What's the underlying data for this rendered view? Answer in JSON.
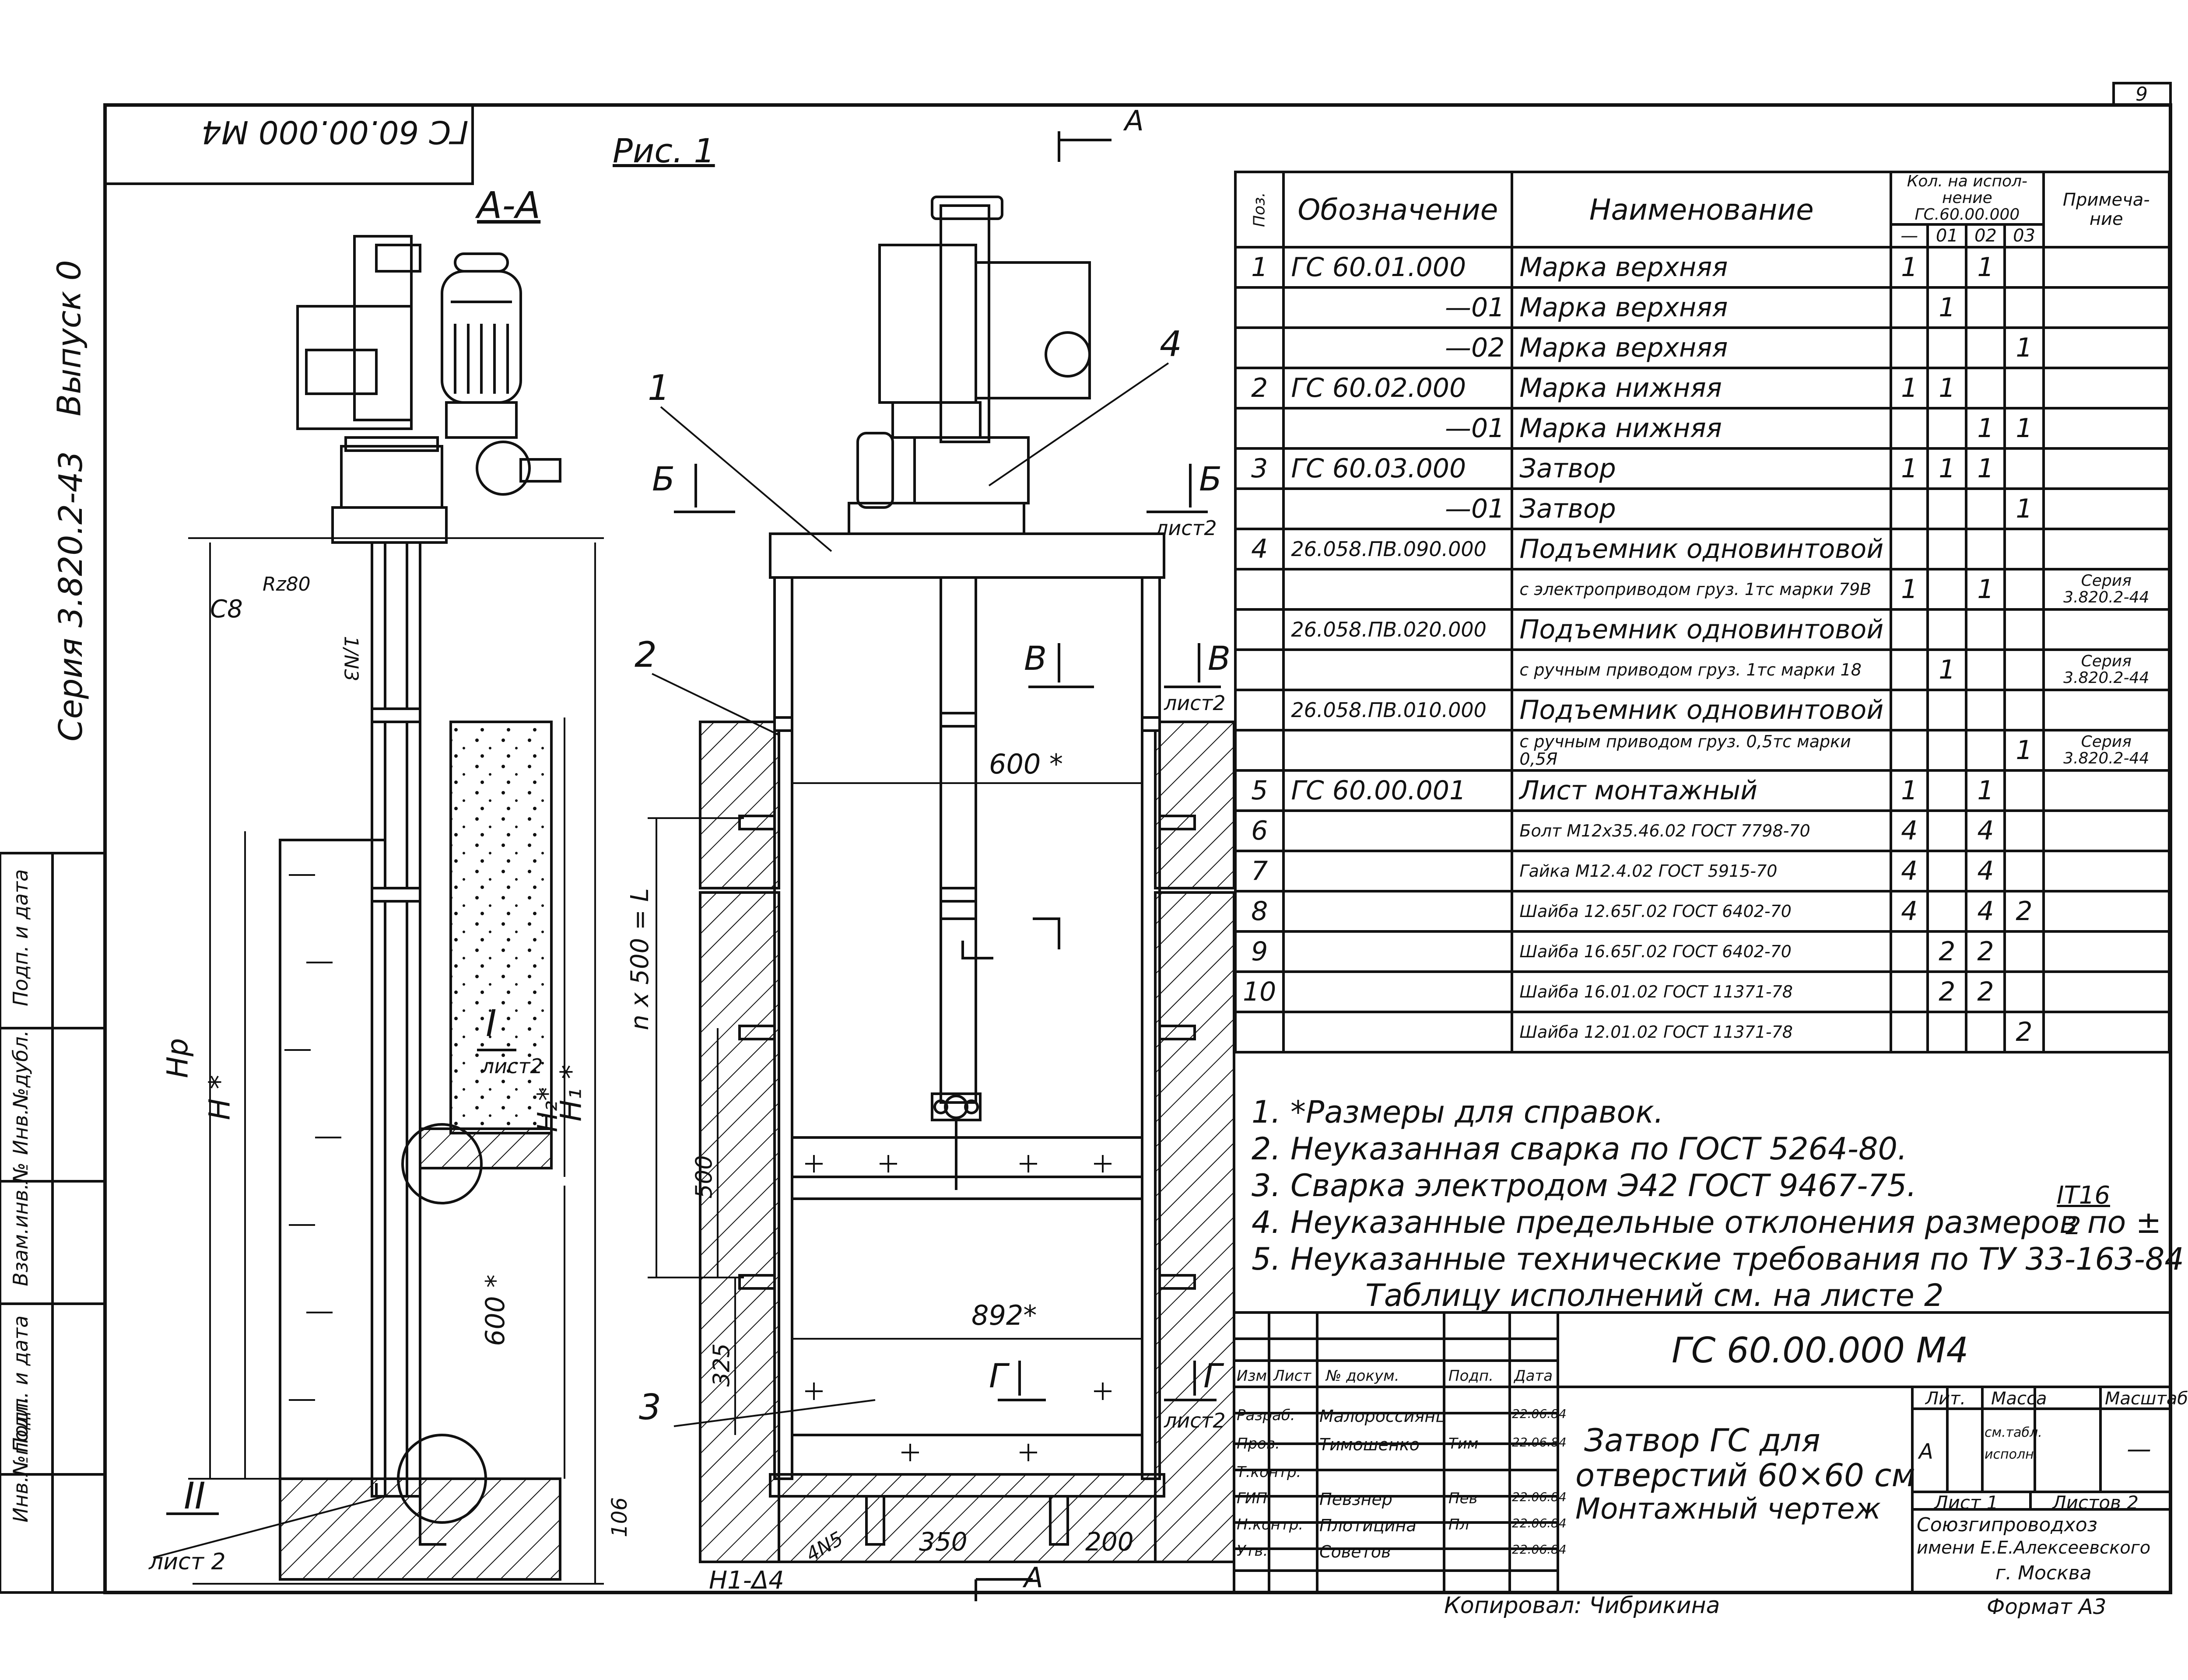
{
  "sheet": {
    "page_number": "9",
    "side_code": "ГС 60.00.000 М4",
    "series": "Серия 3.820.2-43",
    "issue": "Выпуск 0",
    "figure": "Рис. 1",
    "side_stamp": [
      "Инв.№подл.",
      "Подп. и дата",
      "Взам.инв.№",
      "Инв.№дубл.",
      "Подп. и дата"
    ]
  },
  "views": {
    "section_aa": "А-А",
    "section_marker": "А",
    "cut_b": "Б",
    "cut_v": "В",
    "cut_g": "Г",
    "list2": "лист2",
    "list2_spaced": "лист 2",
    "roman_1": "I",
    "roman_2": "II",
    "roughness": "Rz80",
    "c8": "С8",
    "weld_note": "1/N3"
  },
  "dimensions": {
    "d600": "600 *",
    "d892": "892*",
    "d500": "500",
    "d325": "325",
    "d350": "350",
    "d200": "200",
    "d106": "106",
    "d600_left": "600 *",
    "nx500": "n x 500 = L",
    "Hp": "Hp",
    "Hstar": "H *",
    "H1": "H₁ *",
    "H2": "H₂*",
    "h1_d4": "H1-Δ4",
    "weld_4n5": "4N5"
  },
  "callouts": [
    "1",
    "2",
    "3",
    "4"
  ],
  "spec_table": {
    "headers": {
      "pos": "Поз.",
      "designation": "Обозначение",
      "name": "Наименование",
      "qty": "Кол. на испол-нение ГС.60.00.000",
      "note": "Примеча-ние",
      "variants": [
        "—",
        "01",
        "02",
        "03"
      ]
    },
    "rows": [
      {
        "pos": "1",
        "des": "ГС 60.01.000",
        "name": "Марка верхняя",
        "q": [
          "1",
          "",
          "1",
          ""
        ],
        "note": ""
      },
      {
        "pos": "",
        "des": "—01",
        "name": "Марка верхняя",
        "q": [
          "",
          "1",
          "",
          ""
        ],
        "note": ""
      },
      {
        "pos": "",
        "des": "—02",
        "name": "Марка верхняя",
        "q": [
          "",
          "",
          "",
          "1"
        ],
        "note": ""
      },
      {
        "pos": "2",
        "des": "ГС 60.02.000",
        "name": "Марка нижняя",
        "q": [
          "1",
          "1",
          "",
          ""
        ],
        "note": ""
      },
      {
        "pos": "",
        "des": "—01",
        "name": "Марка нижняя",
        "q": [
          "",
          "",
          "1",
          "1"
        ],
        "note": ""
      },
      {
        "pos": "3",
        "des": "ГС 60.03.000",
        "name": "Затвор",
        "q": [
          "1",
          "1",
          "1",
          ""
        ],
        "note": ""
      },
      {
        "pos": "",
        "des": "—01",
        "name": "Затвор",
        "q": [
          "",
          "",
          "",
          "1"
        ],
        "note": ""
      },
      {
        "pos": "4",
        "des": "26.058.ПВ.090.000",
        "name": "Подъемник одновинтовой",
        "q": [
          "",
          "",
          "",
          ""
        ],
        "note": ""
      },
      {
        "pos": "",
        "des": "",
        "name": "с электроприводом груз. 1тс марки 79В",
        "q": [
          "1",
          "",
          "1",
          ""
        ],
        "note": "Серия 3.820.2-44"
      },
      {
        "pos": "",
        "des": "26.058.ПВ.020.000",
        "name": "Подъемник одновинтовой",
        "q": [
          "",
          "",
          "",
          ""
        ],
        "note": ""
      },
      {
        "pos": "",
        "des": "",
        "name": "с ручным приводом груз. 1тс марки 18",
        "q": [
          "",
          "1",
          "",
          ""
        ],
        "note": "Серия 3.820.2-44"
      },
      {
        "pos": "",
        "des": "26.058.ПВ.010.000",
        "name": "Подъемник одновинтовой",
        "q": [
          "",
          "",
          "",
          ""
        ],
        "note": ""
      },
      {
        "pos": "",
        "des": "",
        "name": "с ручным приводом груз. 0,5тс марки 0,5Я",
        "q": [
          "",
          "",
          "",
          "1"
        ],
        "note": "Серия 3.820.2-44"
      },
      {
        "pos": "5",
        "des": "ГС 60.00.001",
        "name": "Лист монтажный",
        "q": [
          "1",
          "",
          "1",
          ""
        ],
        "note": ""
      },
      {
        "pos": "6",
        "des": "",
        "name": "Болт М12х35.46.02 ГОСТ 7798-70",
        "q": [
          "4",
          "",
          "4",
          ""
        ],
        "note": ""
      },
      {
        "pos": "7",
        "des": "",
        "name": "Гайка М12.4.02 ГОСТ 5915-70",
        "q": [
          "4",
          "",
          "4",
          ""
        ],
        "note": ""
      },
      {
        "pos": "8",
        "des": "",
        "name": "Шайба 12.65Г.02 ГОСТ 6402-70",
        "q": [
          "4",
          "",
          "4",
          "2"
        ],
        "note": ""
      },
      {
        "pos": "9",
        "des": "",
        "name": "Шайба 16.65Г.02 ГОСТ 6402-70",
        "q": [
          "",
          "2",
          "2",
          ""
        ],
        "note": ""
      },
      {
        "pos": "10",
        "des": "",
        "name": "Шайба 16.01.02 ГОСТ 11371-78",
        "q": [
          "",
          "2",
          "2",
          ""
        ],
        "note": ""
      },
      {
        "pos": "",
        "des": "",
        "name": "Шайба 12.01.02 ГОСТ 11371-78",
        "q": [
          "",
          "",
          "",
          "2"
        ],
        "note": ""
      }
    ]
  },
  "notes": [
    "1. *Размеры для справок.",
    "2. Неуказанная сварка по ГОСТ 5264-80.",
    "3. Сварка электродом Э42 ГОСТ 9467-75.",
    "4. Неуказанные предельные отклонения размеров по ±",
    "5. Неуказанные технические требования по ТУ 33-163-84"
  ],
  "tolerance": {
    "top": "IT16",
    "bottom": "2"
  },
  "notes_footer": "Таблицу исполнений см. на листе 2",
  "title_block": {
    "code": "ГС 60.00.000 М4",
    "title": [
      "Затвор ГС для",
      "отверстий 60×60 см",
      "Монтажный чертеж"
    ],
    "lit_label": "Лит.",
    "mass_label": "Масса",
    "scale_label": "Масштаб",
    "lit_value": "А",
    "mass_value": "см.табл. исполн.",
    "scale_value": "—",
    "sheet_label": "Лист 1",
    "sheets_label": "Листов 2",
    "org": [
      "Союзгипроводхоз",
      "имени Е.Е.Алексеевского",
      "г. Москва"
    ],
    "head_row": [
      "Изм.",
      "Лист",
      "№ докум.",
      "Подп.",
      "Дата"
    ],
    "roles": [
      {
        "role": "Разраб.",
        "name": "Малороссиянц",
        "sign": "",
        "date": "22.06.84"
      },
      {
        "role": "Пров.",
        "name": "Тимошенко",
        "sign": "Тим",
        "date": "22.06.84"
      },
      {
        "role": "Т.контр.",
        "name": "",
        "sign": "",
        "date": ""
      },
      {
        "role": "ГИП",
        "name": "Певзнер",
        "sign": "Пев",
        "date": "22.06.84"
      },
      {
        "role": "Н.контр.",
        "name": "Плотицина",
        "sign": "Пл",
        "date": "22.06.84"
      },
      {
        "role": "Утв.",
        "name": "Советов",
        "sign": "",
        "date": "22.06.84"
      }
    ],
    "copied_by": "Копировал: Чибрикина",
    "format": "Формат А3"
  }
}
